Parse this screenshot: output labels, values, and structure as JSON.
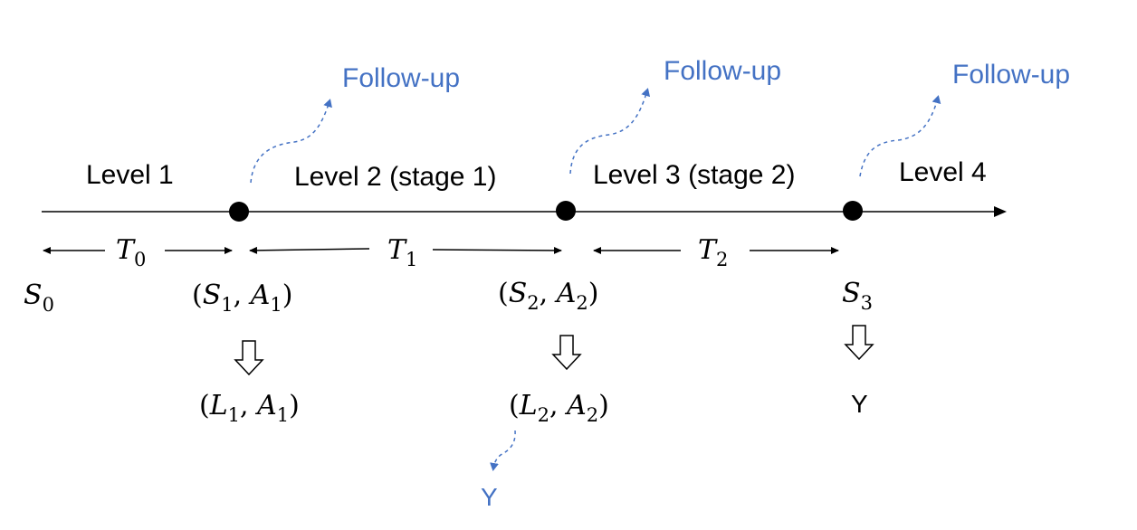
{
  "timeline": {
    "levels": [
      "Level 1",
      "Level 2 (stage 1)",
      "Level 3 (stage 2)",
      "Level 4"
    ],
    "follow_up": [
      "Follow-up",
      "Follow-up",
      "Follow-up"
    ],
    "intervals": [
      "0",
      "1",
      "2"
    ],
    "interval_symbol": "T",
    "states": {
      "s0": {
        "main": "S",
        "sub": "0"
      },
      "s1": {
        "main": "S",
        "sub": "1",
        "main2": "A",
        "sub2": "1"
      },
      "s2": {
        "main": "S",
        "sub": "2",
        "main2": "A",
        "sub2": "2"
      },
      "s3": {
        "main": "S",
        "sub": "3"
      }
    },
    "derived": {
      "d1": {
        "main": "L",
        "sub": "1",
        "main2": "A",
        "sub2": "1"
      },
      "d2": {
        "main": "L",
        "sub": "2",
        "main2": "A",
        "sub2": "2"
      },
      "d3": "Y"
    },
    "follow_up_outcome": "Y",
    "colors": {
      "line": "#000000",
      "accent": "#4472C4"
    }
  }
}
